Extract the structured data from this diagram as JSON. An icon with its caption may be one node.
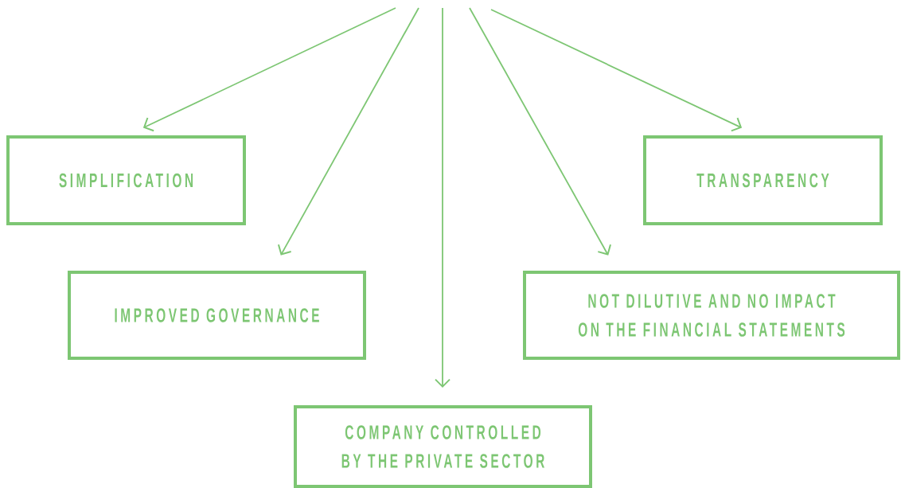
{
  "diagram": {
    "nodes": [
      {
        "text": [
          "SIMPLIFICATION"
        ]
      },
      {
        "text": [
          "TRANSPARENCY"
        ]
      },
      {
        "text": [
          "IMPROVED GOVERNANCE"
        ]
      },
      {
        "text": [
          "NOT DILUTIVE AND NO IMPACT ON THE FINANCIAL STATEMENTS"
        ]
      },
      {
        "text": [
          "COMPANY CONTROLLED BY THE PRIVATE SECTOR"
        ]
      }
    ],
    "edges": [
      {
        "from": null,
        "to": 0,
        "arrow": "to"
      },
      {
        "from": null,
        "to": 2,
        "arrow": "to"
      },
      {
        "from": null,
        "to": 4,
        "arrow": "to"
      },
      {
        "from": null,
        "to": 3,
        "arrow": "to"
      },
      {
        "from": null,
        "to": 1,
        "arrow": "to"
      }
    ]
  }
}
